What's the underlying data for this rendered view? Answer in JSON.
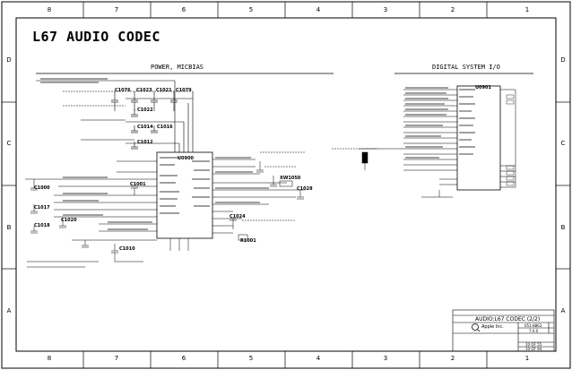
{
  "sheet_title": "L67 AUDIO CODEC",
  "border": {
    "columns": [
      "8",
      "7",
      "6",
      "5",
      "4",
      "3",
      "2",
      "1"
    ],
    "rows": [
      "D",
      "C",
      "B",
      "A"
    ]
  },
  "sections": {
    "power": "POWER, MICBIAS",
    "digital": "DIGITAL SYSTEM I/O"
  },
  "parts": [
    {
      "ref": "C1076"
    },
    {
      "ref": "C1023"
    },
    {
      "ref": "C1021"
    },
    {
      "ref": "C1079"
    },
    {
      "ref": "C1022"
    },
    {
      "ref": "C1014"
    },
    {
      "ref": "C1016"
    },
    {
      "ref": "C1012"
    },
    {
      "ref": "C1000"
    },
    {
      "ref": "C1017"
    },
    {
      "ref": "C1018"
    },
    {
      "ref": "C1020"
    },
    {
      "ref": "C1010"
    },
    {
      "ref": "C1001"
    },
    {
      "ref": "C1028"
    },
    {
      "ref": "C1024"
    },
    {
      "ref": "U0900"
    },
    {
      "ref": "U0901"
    },
    {
      "ref": "R1001"
    },
    {
      "ref": "XW1050"
    }
  ],
  "title_block": {
    "page_title": "AUDIO:L67 CODEC (2/2)",
    "company": "Apple Inc.",
    "drawing_number": "051-8863",
    "revision": "7.0.0",
    "sheet_a": "10 OF 55",
    "sheet_b": "10 OF 94"
  }
}
